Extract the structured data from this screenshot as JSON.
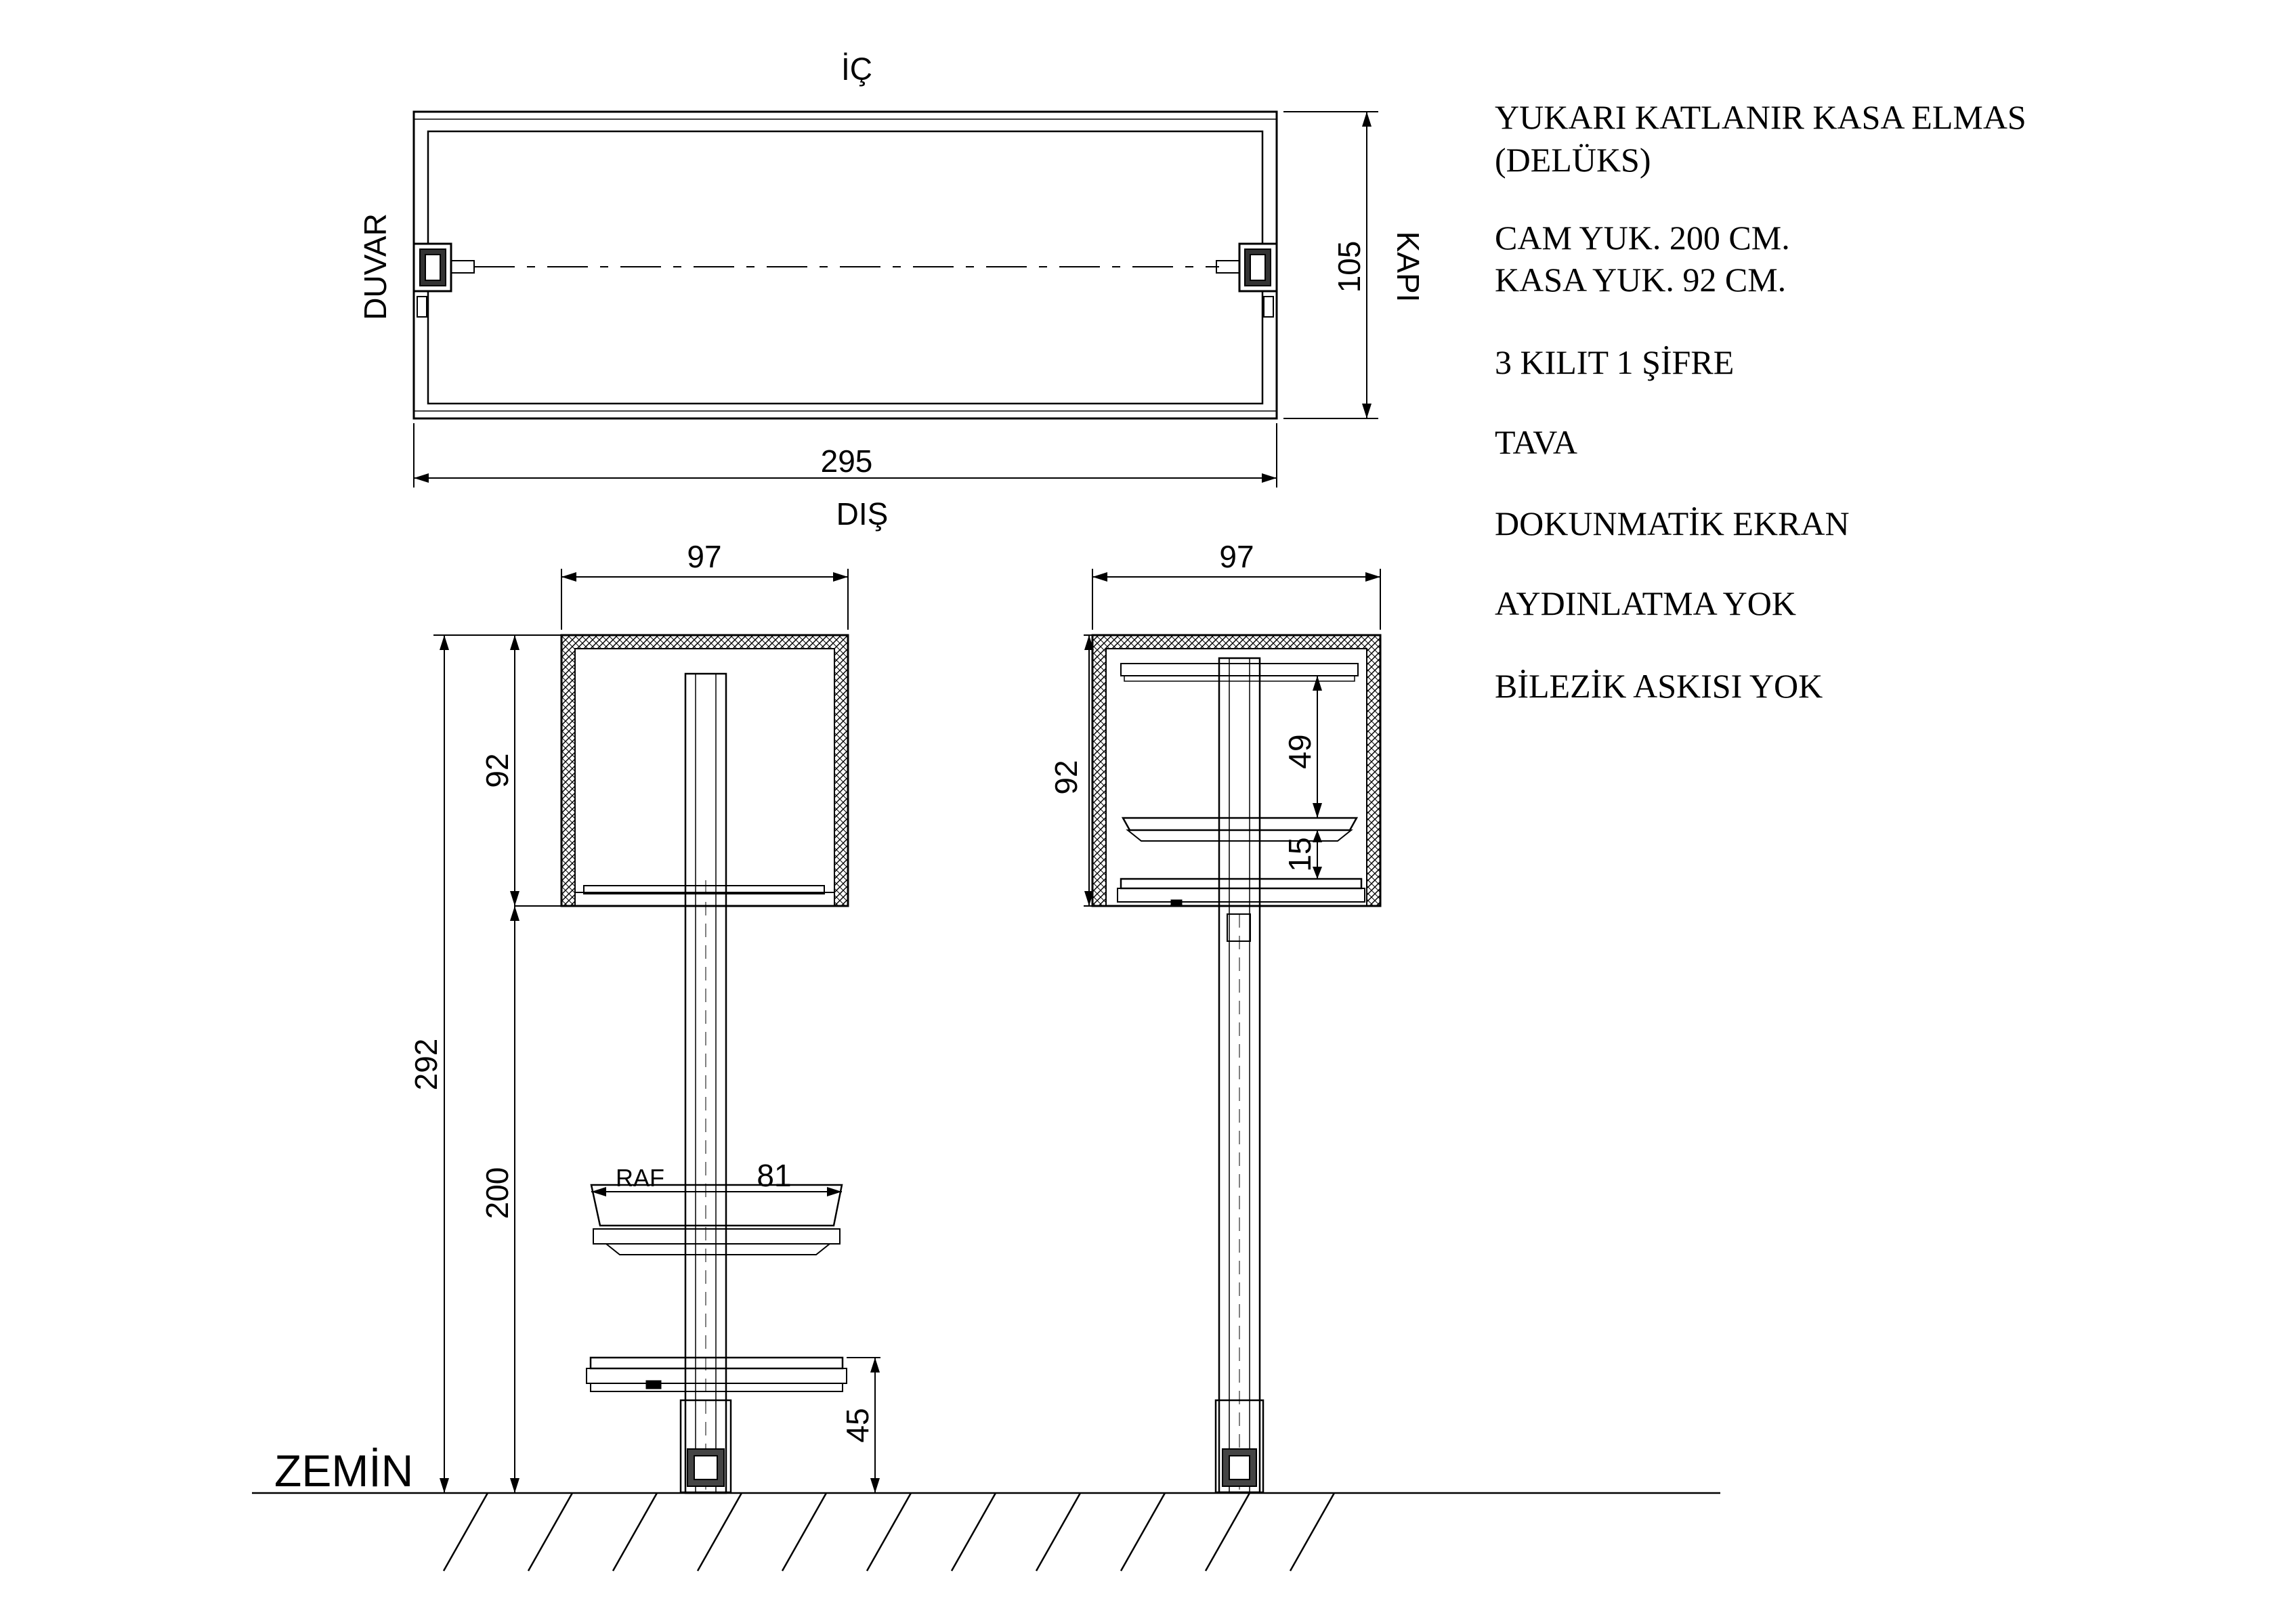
{
  "plan": {
    "top_label": "İÇ",
    "bottom_label": "DIŞ",
    "left_label": "DUVAR",
    "right_label": "KAPI",
    "width_dim": "295",
    "depth_dim": "105"
  },
  "elevation_left": {
    "width_dim": "97",
    "box_height_dim": "92",
    "total_height_dim": "292",
    "lower_height_dim": "200",
    "shelf_label": "RAF",
    "shelf_width_dim": "81",
    "tray_height_dim": "45"
  },
  "elevation_right": {
    "width_dim": "97",
    "box_height_dim": "92",
    "shelf_gap_dim": "49",
    "tray_gap_dim": "15"
  },
  "ground_label": "ZEMİN",
  "notes": {
    "title_line1": "YUKARI KATLANIR KASA ELMAS",
    "title_line2": "(DELÜKS)",
    "glass_height": "CAM YUK.  200 CM.",
    "case_height": "KASA YUK. 92 CM.",
    "locks": "3 KILIT  1 ŞİFRE",
    "tray": "TAVA",
    "screen": "DOKUNMATİK EKRAN",
    "lighting": "AYDINLATMA YOK",
    "bracelet": "BİLEZİK ASKISI YOK"
  },
  "colors": {
    "line": "#000000",
    "background": "#ffffff"
  }
}
